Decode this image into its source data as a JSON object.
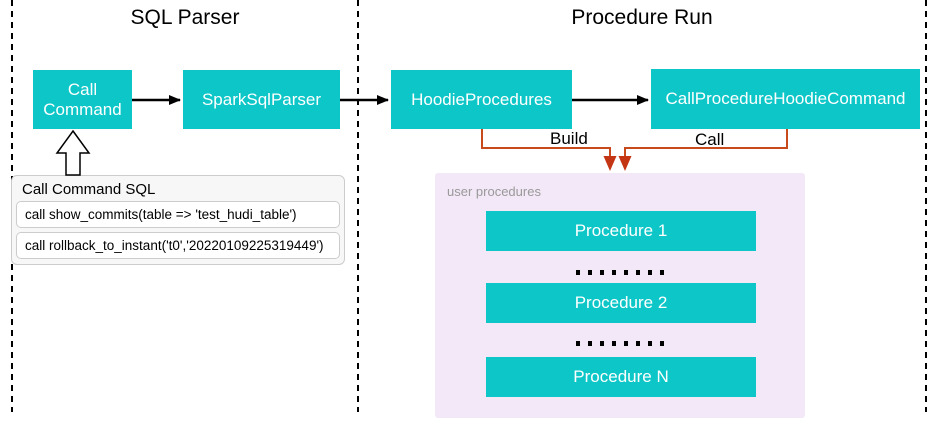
{
  "diagram": {
    "sections": [
      {
        "title": "SQL Parser"
      },
      {
        "title": "Procedure Run"
      }
    ],
    "nodes": {
      "call_command": "Call Command",
      "spark_sql_parser": "SparkSqlParser",
      "hoodie_procedures": "HoodieProcedures",
      "call_procedure_hoodie_command": "CallProcedureHoodieCommand"
    },
    "edge_labels": {
      "build": "Build",
      "call": "Call"
    },
    "sql_panel": {
      "title": "Call Command SQL",
      "rows": [
        "call show_commits(table => 'test_hudi_table')",
        "call rollback_to_instant('t0','20220109225319449')"
      ]
    },
    "procedures_panel": {
      "label": "user procedures",
      "items": [
        "Procedure 1",
        "Procedure 2",
        "Procedure N"
      ]
    },
    "colors": {
      "node_fill": "#0cc6c8",
      "node_text": "#ffffff",
      "panel_fill": "#f3e8f7",
      "panel_label": "#999999",
      "orange_line": "#c8491c",
      "orange_head": "#c43514",
      "sql_panel_bg": "#f7f7f7",
      "sql_border": "#cccccc",
      "ink": "#000000"
    }
  }
}
